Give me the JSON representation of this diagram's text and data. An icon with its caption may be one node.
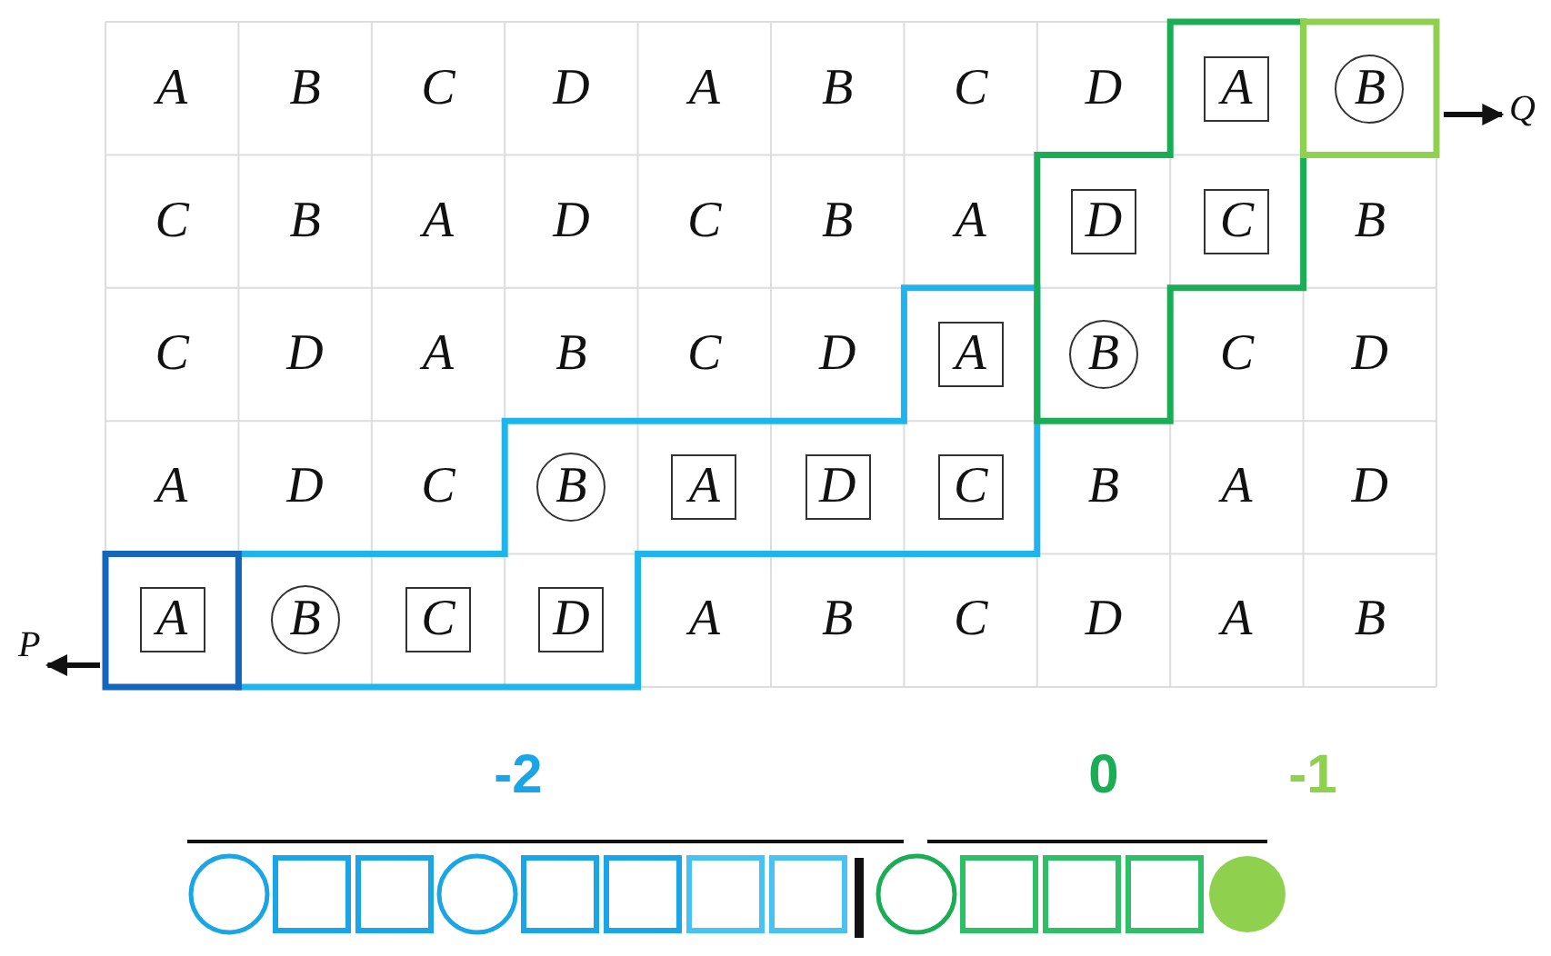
{
  "diagram": {
    "nodes": [
      {
        "text": [
          "P"
        ]
      },
      {
        "text": [
          "Q"
        ]
      }
    ],
    "edges": [
      {
        "from": null,
        "to": 0,
        "arrow": "to"
      },
      {
        "from": null,
        "to": 1,
        "arrow": "to"
      }
    ],
    "labels": [
      "A",
      "B",
      "C",
      "D",
      "A",
      "B",
      "C",
      "D",
      "A",
      "B",
      "C",
      "B",
      "A",
      "D",
      "C",
      "B",
      "A",
      "D",
      "C",
      "B",
      "C",
      "D",
      "A",
      "B",
      "C",
      "D",
      "A",
      "B",
      "C",
      "D",
      "A",
      "D",
      "C",
      "B",
      "A",
      "D",
      "C",
      "B",
      "A",
      "D",
      "A",
      "B",
      "C",
      "D",
      "A",
      "B",
      "C",
      "D",
      "A",
      "B",
      "-2",
      "0",
      "-1"
    ]
  }
}
